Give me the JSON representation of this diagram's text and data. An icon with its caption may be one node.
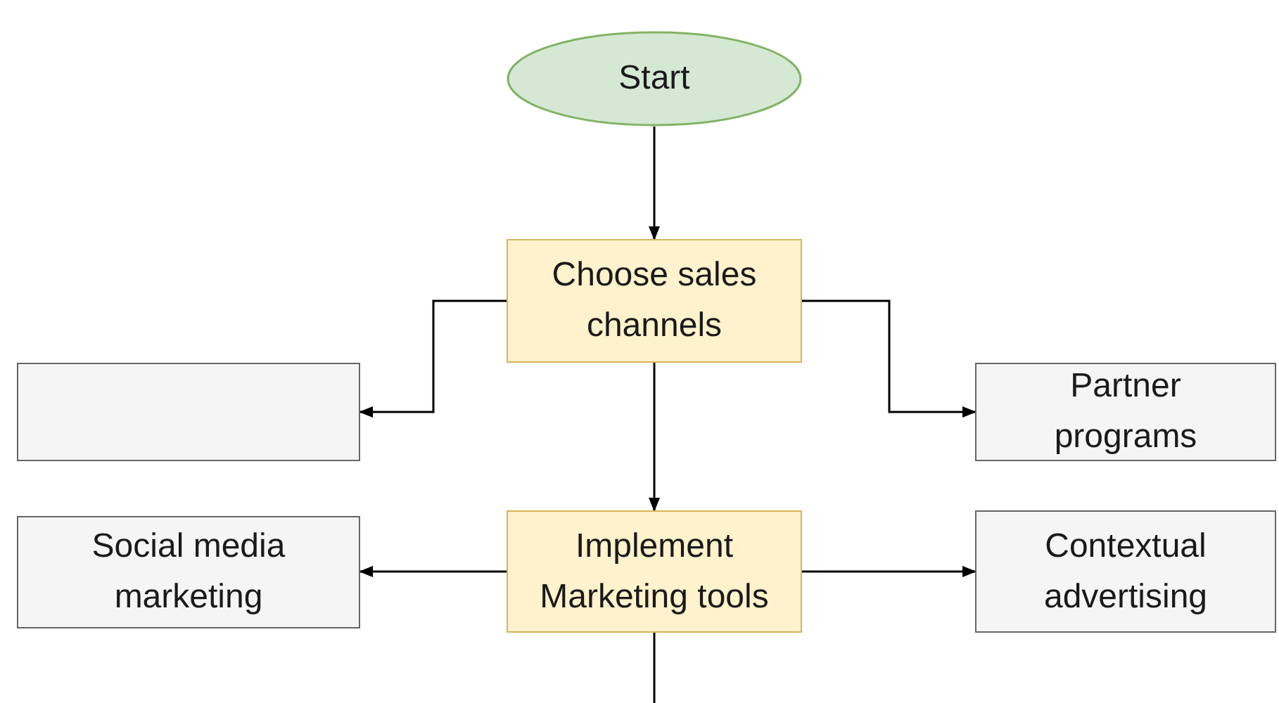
{
  "diagram": {
    "nodes": [
      {
        "text": [
          "Start"
        ]
      },
      {
        "text": [
          "Choose sales channels"
        ]
      },
      {
        "text": [],
        "shape": "box"
      },
      {
        "text": [
          "Partner programs"
        ]
      },
      {
        "text": [
          "Social media marketing"
        ]
      },
      {
        "text": [
          "Implement Marketing tools"
        ]
      },
      {
        "text": [
          "Contextual advertising"
        ]
      }
    ],
    "edges": [
      {
        "from": 0,
        "to": 1,
        "arrow": "to"
      },
      {
        "from": 1,
        "to": 2,
        "arrow": "to"
      },
      {
        "from": 1,
        "to": 3,
        "arrow": "to"
      },
      {
        "from": 1,
        "to": 5,
        "arrow": "to"
      },
      {
        "from": 5,
        "to": 4,
        "arrow": "to"
      },
      {
        "from": 5,
        "to": 6,
        "arrow": "to"
      },
      {
        "from": 5,
        "to": null,
        "arrow": "none"
      }
    ]
  }
}
